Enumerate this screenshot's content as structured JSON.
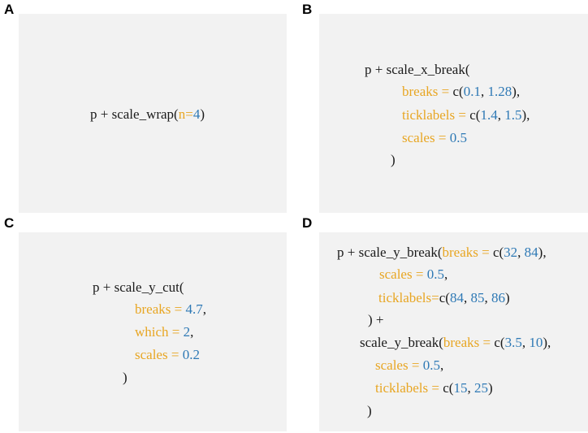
{
  "colors": {
    "panel_bg": "#f2f2f2",
    "code_text": "#1a1a1a",
    "argument_name": "#e8a623",
    "value": "#2e79b5"
  },
  "panels": [
    {
      "label": "A",
      "lines": [
        [
          {
            "text": "p + scale_wrap(",
            "role": "code"
          },
          {
            "text": "n=",
            "role": "arg"
          },
          {
            "text": "4",
            "role": "value"
          },
          {
            "text": ")",
            "role": "code"
          }
        ]
      ]
    },
    {
      "label": "B",
      "lines": [
        [
          {
            "text": "p + scale_x_break(",
            "role": "code"
          }
        ],
        [
          {
            "text": "breaks = ",
            "role": "arg"
          },
          {
            "text": "c(",
            "role": "code"
          },
          {
            "text": "0.1",
            "role": "value"
          },
          {
            "text": ", ",
            "role": "code"
          },
          {
            "text": "1.28",
            "role": "value"
          },
          {
            "text": "),",
            "role": "code"
          }
        ],
        [
          {
            "text": "ticklabels = ",
            "role": "arg"
          },
          {
            "text": "c(",
            "role": "code"
          },
          {
            "text": "1.4",
            "role": "value"
          },
          {
            "text": ", ",
            "role": "code"
          },
          {
            "text": "1.5",
            "role": "value"
          },
          {
            "text": "),",
            "role": "code"
          }
        ],
        [
          {
            "text": "scales = ",
            "role": "arg"
          },
          {
            "text": "0.5",
            "role": "value"
          }
        ],
        [
          {
            "text": ")",
            "role": "code"
          }
        ]
      ]
    },
    {
      "label": "C",
      "lines": [
        [
          {
            "text": "p + scale_y_cut(",
            "role": "code"
          }
        ],
        [
          {
            "text": "breaks = ",
            "role": "arg"
          },
          {
            "text": "4.7",
            "role": "value"
          },
          {
            "text": ",",
            "role": "code"
          }
        ],
        [
          {
            "text": "which = ",
            "role": "arg"
          },
          {
            "text": "2",
            "role": "value"
          },
          {
            "text": ",",
            "role": "code"
          }
        ],
        [
          {
            "text": "scales = ",
            "role": "arg"
          },
          {
            "text": "0.2",
            "role": "value"
          }
        ],
        [
          {
            "text": ")",
            "role": "code"
          }
        ]
      ]
    },
    {
      "label": "D",
      "lines": [
        [
          {
            "text": "p + scale_y_break(",
            "role": "code"
          },
          {
            "text": "breaks = ",
            "role": "arg"
          },
          {
            "text": "c(",
            "role": "code"
          },
          {
            "text": "32",
            "role": "value"
          },
          {
            "text": ", ",
            "role": "code"
          },
          {
            "text": "84",
            "role": "value"
          },
          {
            "text": "),",
            "role": "code"
          }
        ],
        [
          {
            "text": "scales = ",
            "role": "arg"
          },
          {
            "text": "0.5",
            "role": "value"
          },
          {
            "text": ",",
            "role": "code"
          }
        ],
        [
          {
            "text": "ticklabels=",
            "role": "arg"
          },
          {
            "text": "c(",
            "role": "code"
          },
          {
            "text": "84",
            "role": "value"
          },
          {
            "text": ", ",
            "role": "code"
          },
          {
            "text": "85",
            "role": "value"
          },
          {
            "text": ", ",
            "role": "code"
          },
          {
            "text": "86",
            "role": "value"
          },
          {
            "text": ")",
            "role": "code"
          }
        ],
        [
          {
            "text": ") +",
            "role": "code"
          }
        ],
        [
          {
            "text": "scale_y_break(",
            "role": "code"
          },
          {
            "text": "breaks = ",
            "role": "arg"
          },
          {
            "text": "c(",
            "role": "code"
          },
          {
            "text": "3.5",
            "role": "value"
          },
          {
            "text": ", ",
            "role": "code"
          },
          {
            "text": "10",
            "role": "value"
          },
          {
            "text": "),",
            "role": "code"
          }
        ],
        [
          {
            "text": "scales = ",
            "role": "arg"
          },
          {
            "text": "0.5",
            "role": "value"
          },
          {
            "text": ",",
            "role": "code"
          }
        ],
        [
          {
            "text": "ticklabels = ",
            "role": "arg"
          },
          {
            "text": "c(",
            "role": "code"
          },
          {
            "text": "15",
            "role": "value"
          },
          {
            "text": ", ",
            "role": "code"
          },
          {
            "text": "25",
            "role": "value"
          },
          {
            "text": ")",
            "role": "code"
          }
        ],
        [
          {
            "text": ")",
            "role": "code"
          }
        ]
      ]
    }
  ]
}
